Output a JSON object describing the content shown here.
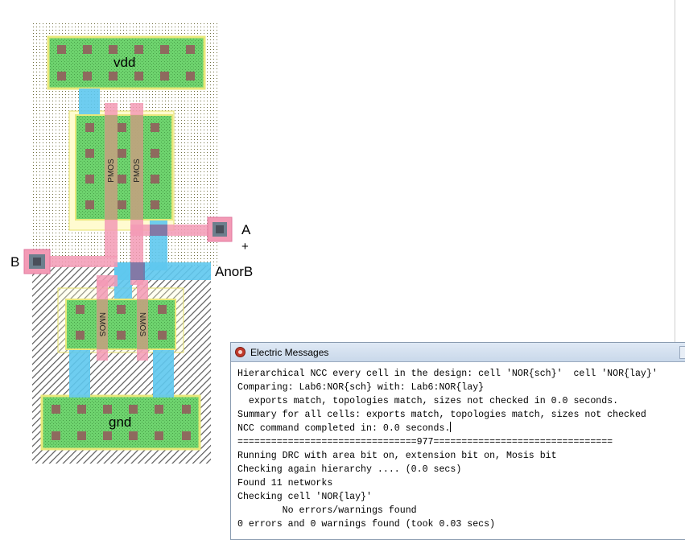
{
  "layout": {
    "labels": {
      "vdd": "vdd",
      "gnd": "gnd",
      "A": "A",
      "B": "B",
      "AnorB": "AnorB",
      "cursor": "+"
    },
    "transistors": [
      {
        "label": "PMOS"
      },
      {
        "label": "PMOS"
      },
      {
        "label": "NMOS"
      },
      {
        "label": "NMOS"
      }
    ],
    "colors": {
      "metal1": "#5ec8ee",
      "poly": "#f39ab5",
      "active": "#6ed36e",
      "contact": "#8e6a5e",
      "pin_fill": "#6d7f8d",
      "well": "#ffff9a"
    }
  },
  "messages": {
    "title": "Electric Messages",
    "lines": [
      "Hierarchical NCC every cell in the design: cell 'NOR{sch}'  cell 'NOR{lay}'",
      "Comparing: Lab6:NOR{sch} with: Lab6:NOR{lay}",
      "  exports match, topologies match, sizes not checked in 0.0 seconds.",
      "Summary for all cells: exports match, topologies match, sizes not checked",
      "NCC command completed in: 0.0 seconds.",
      "================================977================================",
      "Running DRC with area bit on, extension bit on, Mosis bit",
      "Checking again hierarchy .... (0.0 secs)",
      "Found 11 networks",
      "Checking cell 'NOR{lay}'",
      "        No errors/warnings found",
      "0 errors and 0 warnings found (took 0.03 secs)"
    ]
  }
}
